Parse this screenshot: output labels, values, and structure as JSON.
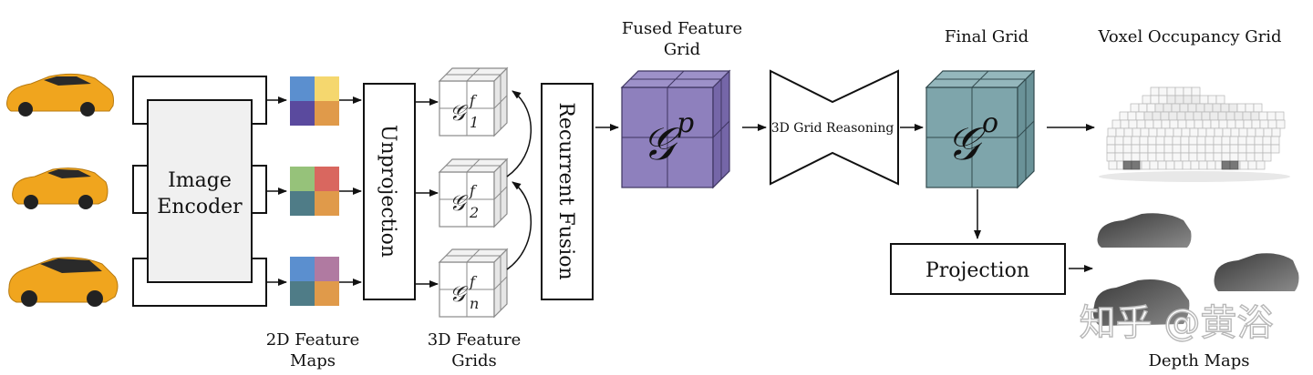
{
  "labels": {
    "image_encoder": "Image Encoder",
    "unprojection": "Unprojection",
    "recurrent_fusion": "Recurrent Fusion",
    "fused_feature_grid": "Fused Feature\nGrid",
    "grid_reasoning": "3D Grid Reasoning",
    "final_grid": "Final Grid",
    "voxel_occupancy_grid": "Voxel Occupancy Grid",
    "projection": "Projection",
    "depth_maps": "Depth Maps",
    "feature_maps_2d": "2D Feature\nMaps",
    "feature_grids_3d": "3D Feature\nGrids",
    "watermark": "知乎 @黄浴"
  },
  "symbols": {
    "g_script": "𝒢",
    "g1_sup": "f",
    "g1_sub": "1",
    "g2_sup": "f",
    "g2_sub": "2",
    "gn_sup": "f",
    "gn_sub": "n",
    "gp_sup": "p",
    "go_sup": "o"
  },
  "colors": {
    "car": "#f0a51e",
    "fused_cube": "#8e80bd",
    "final_cube": "#7ea5ab",
    "encoder_fill": "#f0f0f0",
    "fmap1": [
      "#5b8fcf",
      "#f5d76e",
      "#5a4a9e",
      "#e09a4a"
    ],
    "fmap2": [
      "#96c27a",
      "#d9675f",
      "#4f7c87",
      "#e09a4a"
    ],
    "fmap3": [
      "#5b8fcf",
      "#b07aa1",
      "#4f7c87",
      "#e09a4a"
    ],
    "depth": "#555555"
  }
}
